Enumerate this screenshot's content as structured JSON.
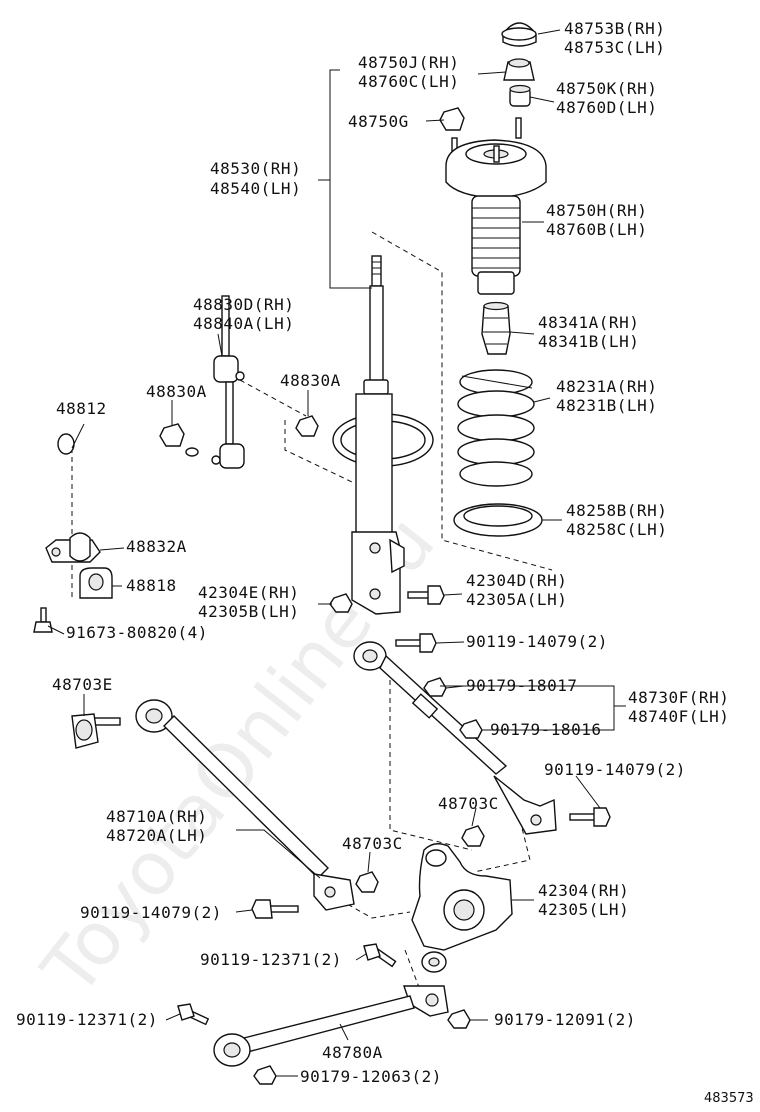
{
  "watermark": "ToyotaOnline.ru",
  "figure_number": "483573",
  "labels": {
    "p48753": [
      "48753B(RH)",
      "48753C(LH)"
    ],
    "p48750J": [
      "48750J(RH)",
      "48760C(LH)"
    ],
    "p48750K": [
      "48750K(RH)",
      "48760D(LH)"
    ],
    "p48750G": [
      "48750G"
    ],
    "p48530": [
      "48530(RH)",
      "48540(LH)"
    ],
    "p48750H": [
      "48750H(RH)",
      "48760B(LH)"
    ],
    "p48830D": [
      "48830D(RH)",
      "48840A(LH)"
    ],
    "p48341": [
      "48341A(RH)",
      "48341B(LH)"
    ],
    "p48830A_1": [
      "48830A"
    ],
    "p48830A_2": [
      "48830A"
    ],
    "p48231": [
      "48231A(RH)",
      "48231B(LH)"
    ],
    "p48812": [
      "48812"
    ],
    "p48258": [
      "48258B(RH)",
      "48258C(LH)"
    ],
    "p48832A": [
      "48832A"
    ],
    "p48818": [
      "48818"
    ],
    "p42304E": [
      "42304E(RH)",
      "42305B(LH)"
    ],
    "p42304D": [
      "42304D(RH)",
      "42305A(LH)"
    ],
    "p91673": [
      "91673-80820(4)"
    ],
    "p90119_14079_a": [
      "90119-14079(2)"
    ],
    "p48703E": [
      "48703E"
    ],
    "p90179_18017": [
      "90179-18017"
    ],
    "p48730F": [
      "48730F(RH)",
      "48740F(LH)"
    ],
    "p90179_18016": [
      "90179-18016"
    ],
    "p90119_14079_b": [
      "90119-14079(2)"
    ],
    "p48703C_1": [
      "48703C"
    ],
    "p48710A": [
      "48710A(RH)",
      "48720A(LH)"
    ],
    "p48703C_2": [
      "48703C"
    ],
    "p42304": [
      "42304(RH)",
      "42305(LH)"
    ],
    "p90119_14079_c": [
      "90119-14079(2)"
    ],
    "p90119_12371_a": [
      "90119-12371(2)"
    ],
    "p90119_12371_b": [
      "90119-12371(2)"
    ],
    "p90179_12091": [
      "90179-12091(2)"
    ],
    "p48780A": [
      "48780A"
    ],
    "p90179_12063": [
      "90179-12063(2)"
    ]
  }
}
